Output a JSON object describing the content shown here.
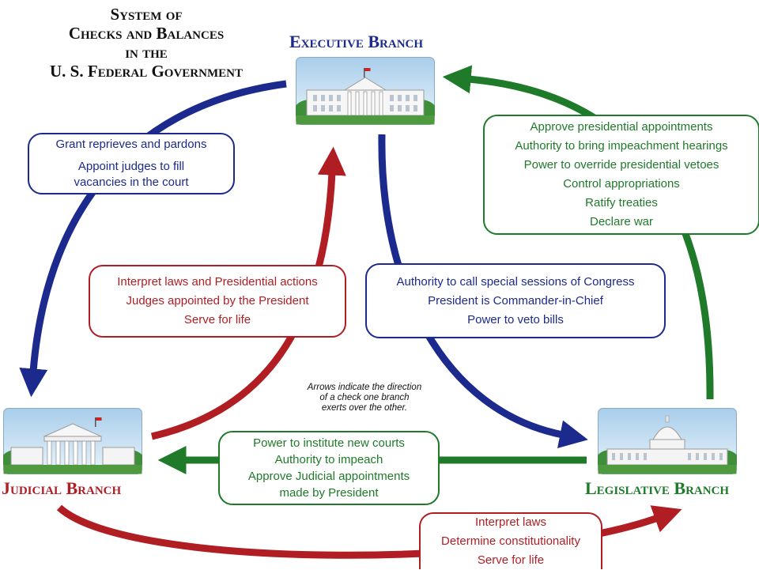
{
  "title": {
    "line1": "System of",
    "line2": "Checks and Balances",
    "line3": "in the",
    "line4": "U. S. Federal Government"
  },
  "branches": {
    "executive": "Executive Branch",
    "judicial": "Judicial Branch",
    "legislative": "Legislative Branch"
  },
  "checks": {
    "executive_on_judicial": [
      "Grant reprieves and pardons",
      "Appoint judges to fill",
      "vacancies in the court"
    ],
    "legislative_on_executive": [
      "Approve presidential appointments",
      "Authority to bring impeachment hearings",
      "Power to override presidential vetoes",
      "Control appropriations",
      "Ratify treaties",
      "Declare war"
    ],
    "judicial_on_executive": [
      "Interpret laws and Presidential actions",
      "Judges appointed by the President",
      "Serve for life"
    ],
    "executive_on_legislative": [
      "Authority to call special sessions of Congress",
      "President is Commander-in-Chief",
      "Power to veto bills"
    ],
    "legislative_on_judicial": [
      "Power to institute new courts",
      "Authority to impeach",
      "Approve Judicial appointments",
      "made by President"
    ],
    "judicial_on_legislative": [
      "Interpret laws",
      "Determine constitutionality",
      "Serve for life"
    ]
  },
  "note": [
    "Arrows indicate the direction",
    "of a check one branch",
    "exerts over the other."
  ],
  "colors": {
    "executive": "#1b2a8c",
    "judicial": "#b01e24",
    "legislative": "#1f7a2a"
  },
  "icons": {
    "executive": "white-house-icon",
    "judicial": "supreme-court-icon",
    "legislative": "capitol-icon"
  }
}
